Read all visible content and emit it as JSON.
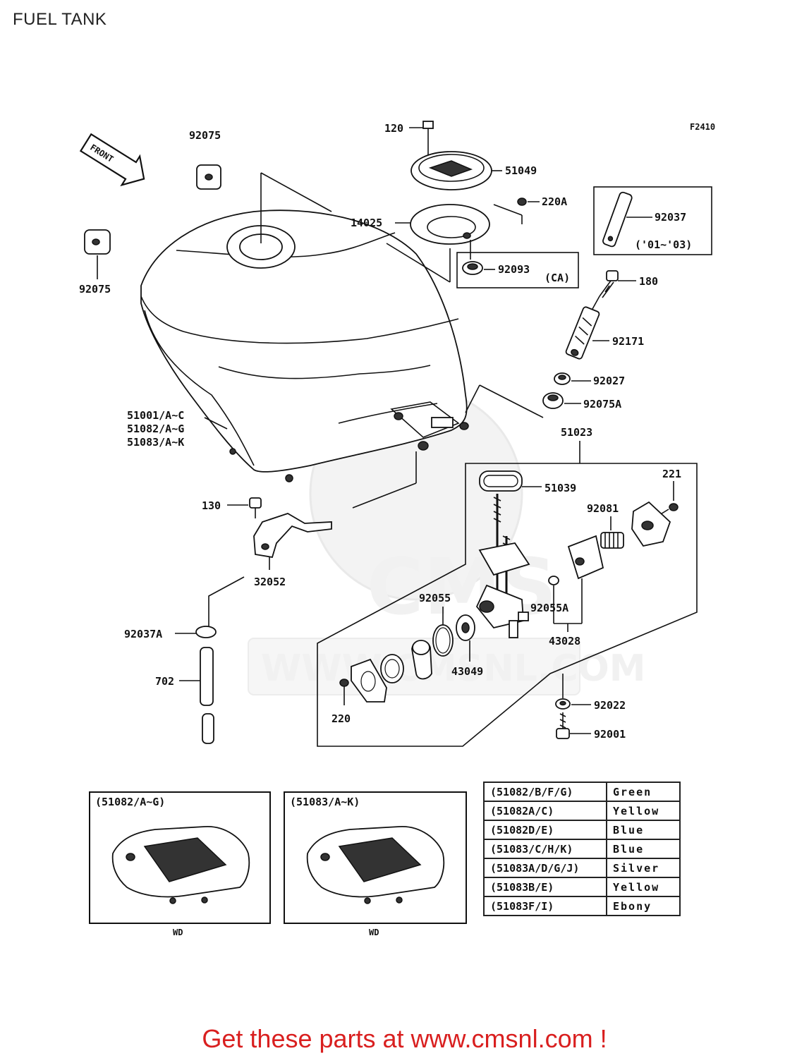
{
  "title": "FUEL TANK",
  "figure_code": "F2410",
  "front_arrow": "FRONT",
  "labels": {
    "p92075_top": "92075",
    "p92075_left": "92075",
    "p120": "120",
    "p51049": "51049",
    "p220A": "220A",
    "p14025": "14025",
    "p92093": "92093",
    "ca": "(CA)",
    "p92037": "92037",
    "p92037_note": "('01~'03)",
    "p180": "180",
    "p92171": "92171",
    "p92027": "92027",
    "p92075A": "92075A",
    "p51023": "51023",
    "p51001": "51001/A~C",
    "p51082": "51082/A~G",
    "p51083": "51083/A~K",
    "p221": "221",
    "p51039": "51039",
    "p130": "130",
    "p92081": "92081",
    "p32052": "32052",
    "p92055": "92055",
    "p92055A": "92055A",
    "p43028": "43028",
    "p92037A": "92037A",
    "p43049": "43049",
    "p702": "702",
    "p220": "220",
    "p92022": "92022",
    "p92001": "92001"
  },
  "variant_boxes": [
    {
      "heading": "(51082/A~G)",
      "caption": "WD"
    },
    {
      "heading": "(51083/A~K)",
      "caption": "WD"
    }
  ],
  "color_table": [
    {
      "code": "(51082/B/F/G)",
      "color": "Green"
    },
    {
      "code": "(51082A/C)",
      "color": "Yellow"
    },
    {
      "code": "(51082D/E)",
      "color": "Blue"
    },
    {
      "code": "(51083/C/H/K)",
      "color": "Blue"
    },
    {
      "code": "(51083A/D/G/J)",
      "color": "Silver"
    },
    {
      "code": "(51083B/E)",
      "color": "Yellow"
    },
    {
      "code": "(51083F/I)",
      "color": "Ebony"
    }
  ],
  "watermark": "WWW.CMSNL.COM",
  "watermark_logo": "CMS",
  "footer": "Get these parts at www.cmsnl.com !",
  "colors": {
    "footer": "#d91f1f",
    "ink": "#111111",
    "watermark": "#f1f1f1"
  }
}
